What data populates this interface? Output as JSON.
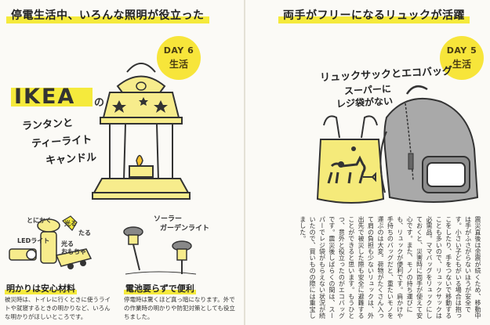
{
  "left": {
    "headline": "停電生活中、いろんな照明が役立った",
    "badge": {
      "day": "DAY 6",
      "label": "生活"
    },
    "lantern_note": {
      "brand": "IKEA",
      "particle": "の",
      "line1": "ランタンと",
      "line2": "ティーライト",
      "line3": "キャンドル"
    },
    "small_notes": {
      "tonikaku": "とにかく",
      "hikari": "光る",
      "taru": "たる",
      "led": "LEDライト",
      "kou3": "光る",
      "omocha": "おもちゃ",
      "solar": "ソーラー",
      "garden": "ガーデンライト"
    },
    "caption1": {
      "title": "明かりは安心材料",
      "body": "被災時は、トイレに行くときに使うライトや就寝するときの明かりなど、いろんな明かりがほしいところです。"
    },
    "caption2": {
      "title": "電池要らずで便利",
      "body": "停電時は驚くほど真っ暗になります。外での作業時の明かりや防犯対策としても役立ちました。"
    }
  },
  "right": {
    "headline": "両手がフリーになるリュックが活躍",
    "badge": {
      "day": "DAY 5",
      "label": "生活"
    },
    "hand_note": {
      "line1": "リュックサックとエコバッグ",
      "line2": "スーパーに",
      "line3": "レジ袋がない"
    },
    "body": "震災直後は余震が続くため、移動中は手がふさがらないほうが安全です。小さい子どもがいる場合は抱っこをしたり、手をつないで移動することも多いので、リュックサックは必需品。ママバッグをリュックにしておくと、災害時に両手が使えて安心です。また、モノの持ち運びにも、リュックが便利です。肩かけや手持ちのバッグだと、重たいモノを運ぶのは大変。荷物がたくさん入って肩の負担も少ないリュックは、外出先で被災した際も安全に避難することができると思います。もうひとつ、意外と役立ったのがエコバッグです。震災後しばらくの間は、スーパーでレジ袋がもらえない状況が続いたので、買いものの際には重宝しました。"
  },
  "colors": {
    "accent": "#f5ea3c",
    "lantern": "#f7ec8c",
    "bag": "#f5ea7a",
    "backpack": "#a9a9a9"
  }
}
